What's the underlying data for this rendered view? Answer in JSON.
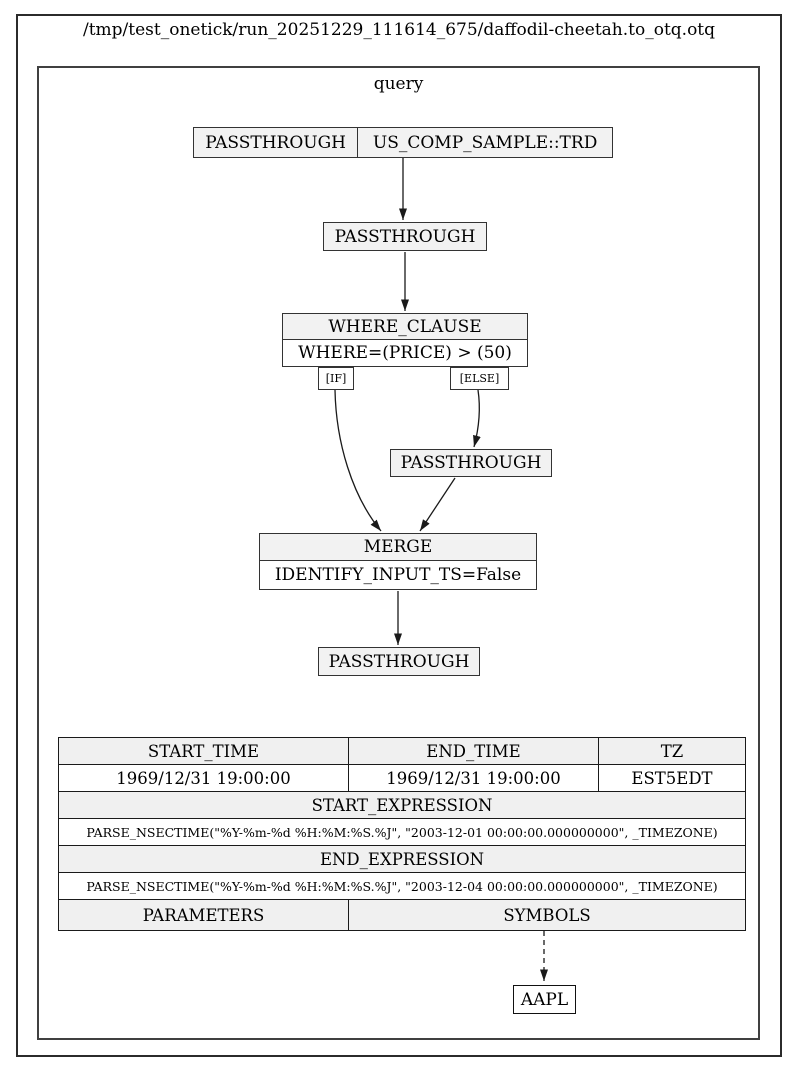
{
  "window": {
    "title": "/tmp/test_onetick/run_20251229_111614_675/daffodil-cheetah.to_otq.otq"
  },
  "cluster": {
    "label": "query"
  },
  "nodes": {
    "source": {
      "ep": "PASSTHROUGH",
      "db": "US_COMP_SAMPLE::TRD"
    },
    "passthrough_1": {
      "label": "PASSTHROUGH"
    },
    "where_clause": {
      "title": "WHERE_CLAUSE",
      "condition": "WHERE=(PRICE) > (50)",
      "port_if": "[IF]",
      "port_else": "[ELSE]"
    },
    "passthrough_else": {
      "label": "PASSTHROUGH"
    },
    "merge": {
      "title": "MERGE",
      "param": "IDENTIFY_INPUT_TS=False"
    },
    "passthrough_out": {
      "label": "PASSTHROUGH"
    },
    "symbol": {
      "label": "AAPL"
    }
  },
  "info_table": {
    "headers": {
      "start_time": "START_TIME",
      "end_time": "END_TIME",
      "tz": "TZ"
    },
    "values": {
      "start_time": "1969/12/31 19:00:00",
      "end_time": "1969/12/31 19:00:00",
      "tz": "EST5EDT"
    },
    "start_expression": {
      "header": "START_EXPRESSION",
      "value": "PARSE_NSECTIME(\"%Y-%m-%d %H:%M:%S.%J\", \"2003-12-01 00:00:00.000000000\", _TIMEZONE)"
    },
    "end_expression": {
      "header": "END_EXPRESSION",
      "value": "PARSE_NSECTIME(\"%Y-%m-%d %H:%M:%S.%J\", \"2003-12-04 00:00:00.000000000\", _TIMEZONE)"
    },
    "parameters_header": "PARAMETERS",
    "symbols_header": "SYMBOLS"
  },
  "colors": {
    "node_fill": "#f2f2f2",
    "table_header_fill": "#f0f0f0",
    "border": "#333333",
    "edge": "#1a1a1a",
    "background": "#ffffff"
  }
}
